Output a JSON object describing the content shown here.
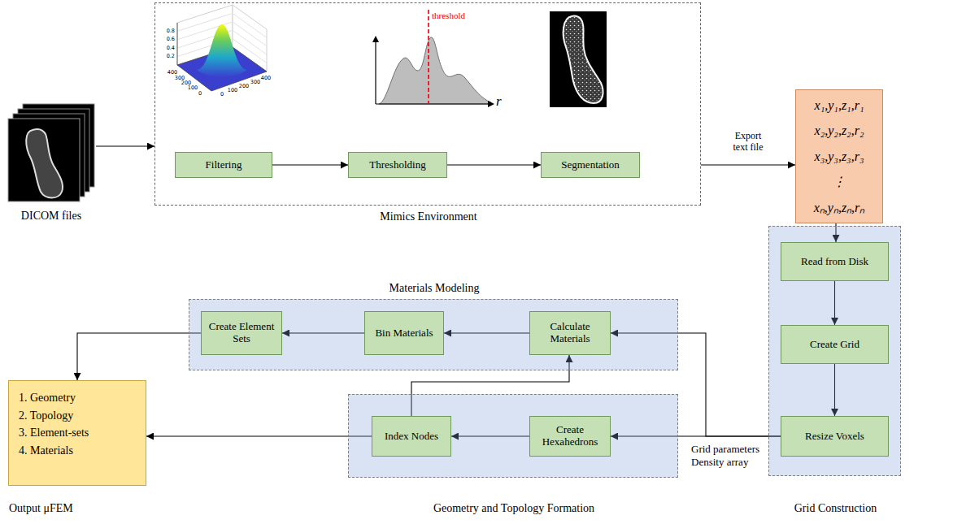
{
  "diagram": {
    "nodes": [
      {
        "text": [
          "DICOM files"
        ]
      },
      {
        "text": [
          "Mimics Environment"
        ]
      },
      {
        "text": [
          "Filtering"
        ],
        "in": 1
      },
      {
        "text": [
          "Thresholding"
        ],
        "in": 1
      },
      {
        "text": [
          "Segmentation"
        ],
        "in": 1
      },
      {
        "text": [
          "x₁,y₁,z₁,r₁",
          "x₂,y₂,z₂,r₂",
          "x₃,y₃,z₃,r₃",
          "⋮",
          "xₙ,yₙ,zₙ,rₙ"
        ]
      },
      {
        "text": [
          "Materials Modeling"
        ]
      },
      {
        "text": [
          "Create Element Sets"
        ],
        "in": 6
      },
      {
        "text": [
          "Bin Materials"
        ],
        "in": 6
      },
      {
        "text": [
          "Calculate Materials"
        ],
        "in": 6
      },
      {
        "text": [
          "Grid Construction"
        ]
      },
      {
        "text": [
          "Read from Disk"
        ],
        "in": 10
      },
      {
        "text": [
          "Create Grid"
        ],
        "in": 10
      },
      {
        "text": [
          "Resize Voxels"
        ],
        "in": 10
      },
      {
        "text": [
          "1. Geometry",
          "2. Topology",
          "3. Element-sets",
          "4. Materials",
          "Output μFEM"
        ]
      },
      {
        "text": [
          "Geometry and Topology Formation"
        ]
      },
      {
        "text": [
          "Index Nodes"
        ],
        "in": 15
      },
      {
        "text": [
          "Create Hexahedrons"
        ],
        "in": 15
      }
    ],
    "edges": [
      {
        "from": 0,
        "to": 1,
        "arrow": "to"
      },
      {
        "from": 2,
        "to": 3,
        "arrow": "to"
      },
      {
        "from": 3,
        "to": 4,
        "arrow": "to"
      },
      {
        "from": 1,
        "to": 5,
        "label": "Export text file",
        "arrow": "to"
      },
      {
        "from": 5,
        "to": 11,
        "arrow": "to"
      },
      {
        "from": 11,
        "to": 12,
        "arrow": "to"
      },
      {
        "from": 12,
        "to": 13,
        "arrow": "to"
      },
      {
        "from": 13,
        "to": 17,
        "label": "Grid parameters Density array",
        "arrow": "to"
      },
      {
        "from": 13,
        "to": 9,
        "arrow": "to"
      },
      {
        "from": 17,
        "to": 16,
        "arrow": "to"
      },
      {
        "from": 16,
        "to": 9,
        "arrow": "to"
      },
      {
        "from": 9,
        "to": 8,
        "arrow": "to"
      },
      {
        "from": 8,
        "to": 7,
        "arrow": "to"
      },
      {
        "from": 7,
        "to": 14,
        "arrow": "to"
      },
      {
        "from": 16,
        "to": 14,
        "arrow": "to"
      }
    ],
    "labels": [
      "threshold",
      "r",
      "0.8",
      "0.6",
      "0.4",
      "0.2",
      "400",
      "300",
      "200",
      "100",
      "0",
      "0",
      "100",
      "200",
      "300",
      "400"
    ]
  }
}
